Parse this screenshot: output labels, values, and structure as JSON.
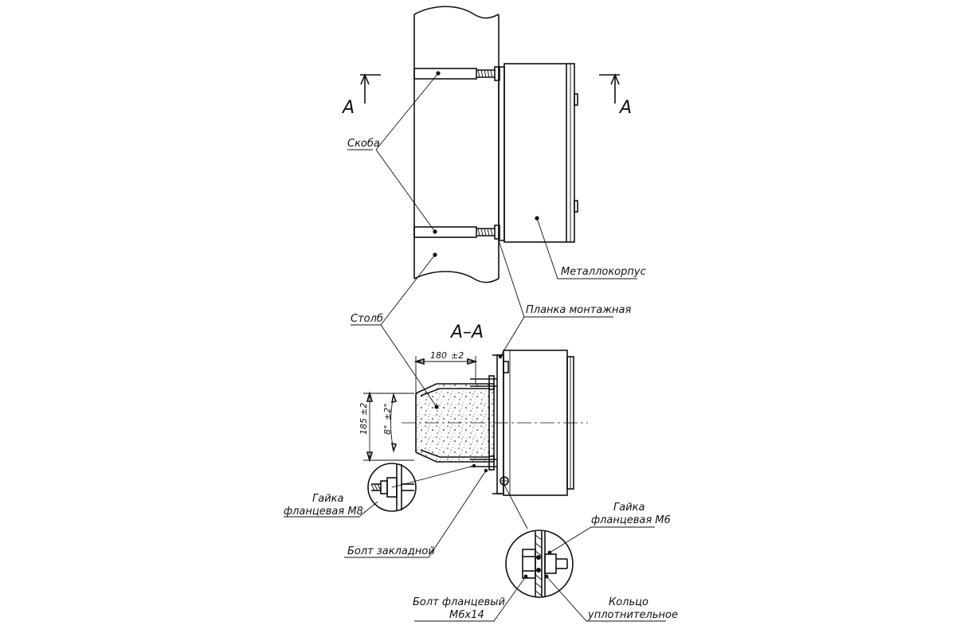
{
  "labels": {
    "skoba": "Скоба",
    "stolb": "Столб",
    "metallokorpus": "Металлокорпус",
    "planka": "Планка монтажная",
    "gayka_m8_line1": "Гайка",
    "gayka_m8_line2": "фланцевая М8",
    "bolt_zakladnoy": "Болт закладной",
    "bolt_flantsevyy_line1": "Болт фланцевый",
    "bolt_flantsevyy_line2": "М6х14",
    "gayka_m6_line1": "Гайка",
    "gayka_m6_line2": "фланцевая М6",
    "koltso_line1": "Кольцо",
    "koltso_line2": "уплотнительное"
  },
  "section": {
    "marker_left": "А",
    "marker_right": "А",
    "title": "А–А"
  },
  "dimensions": {
    "width": "180",
    "width_tol": "±2",
    "height": "185",
    "height_tol": "±2",
    "angle": "8°",
    "angle_tol": "±2°"
  }
}
